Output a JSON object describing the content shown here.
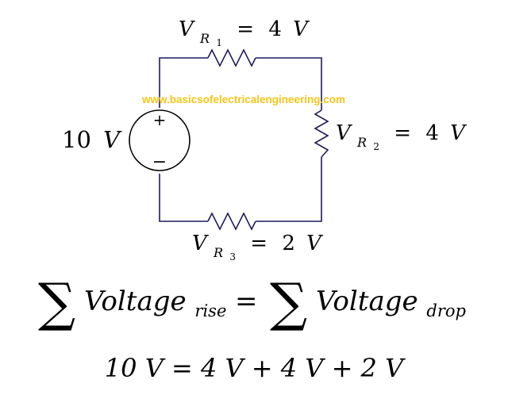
{
  "diagram": {
    "colors": {
      "wire": "#1f1a5c",
      "ink": "#000000",
      "watermark": "#f5c518"
    },
    "watermark": "www.basicsofelectricalengineering.com",
    "source": {
      "value": "10",
      "unit": "V",
      "plus": "+",
      "minus": "−"
    },
    "resistors": [
      {
        "symbol": "V",
        "sub": "R",
        "subsub": "1",
        "eq": "=",
        "value": "4",
        "unit": "V"
      },
      {
        "symbol": "V",
        "sub": "R",
        "subsub": "2",
        "eq": "=",
        "value": "4",
        "unit": "V"
      },
      {
        "symbol": "V",
        "sub": "R",
        "subsub": "3",
        "eq": "=",
        "value": "2",
        "unit": "V"
      }
    ]
  },
  "equations": {
    "kvl": {
      "sum": "∑",
      "lhs": "Voltage",
      "lhs_sub": "rise",
      "eq": "=",
      "rhs": "Voltage",
      "rhs_sub": "drop"
    },
    "values": {
      "text": "10 V = 4 V + 4 V + 2 V"
    }
  }
}
